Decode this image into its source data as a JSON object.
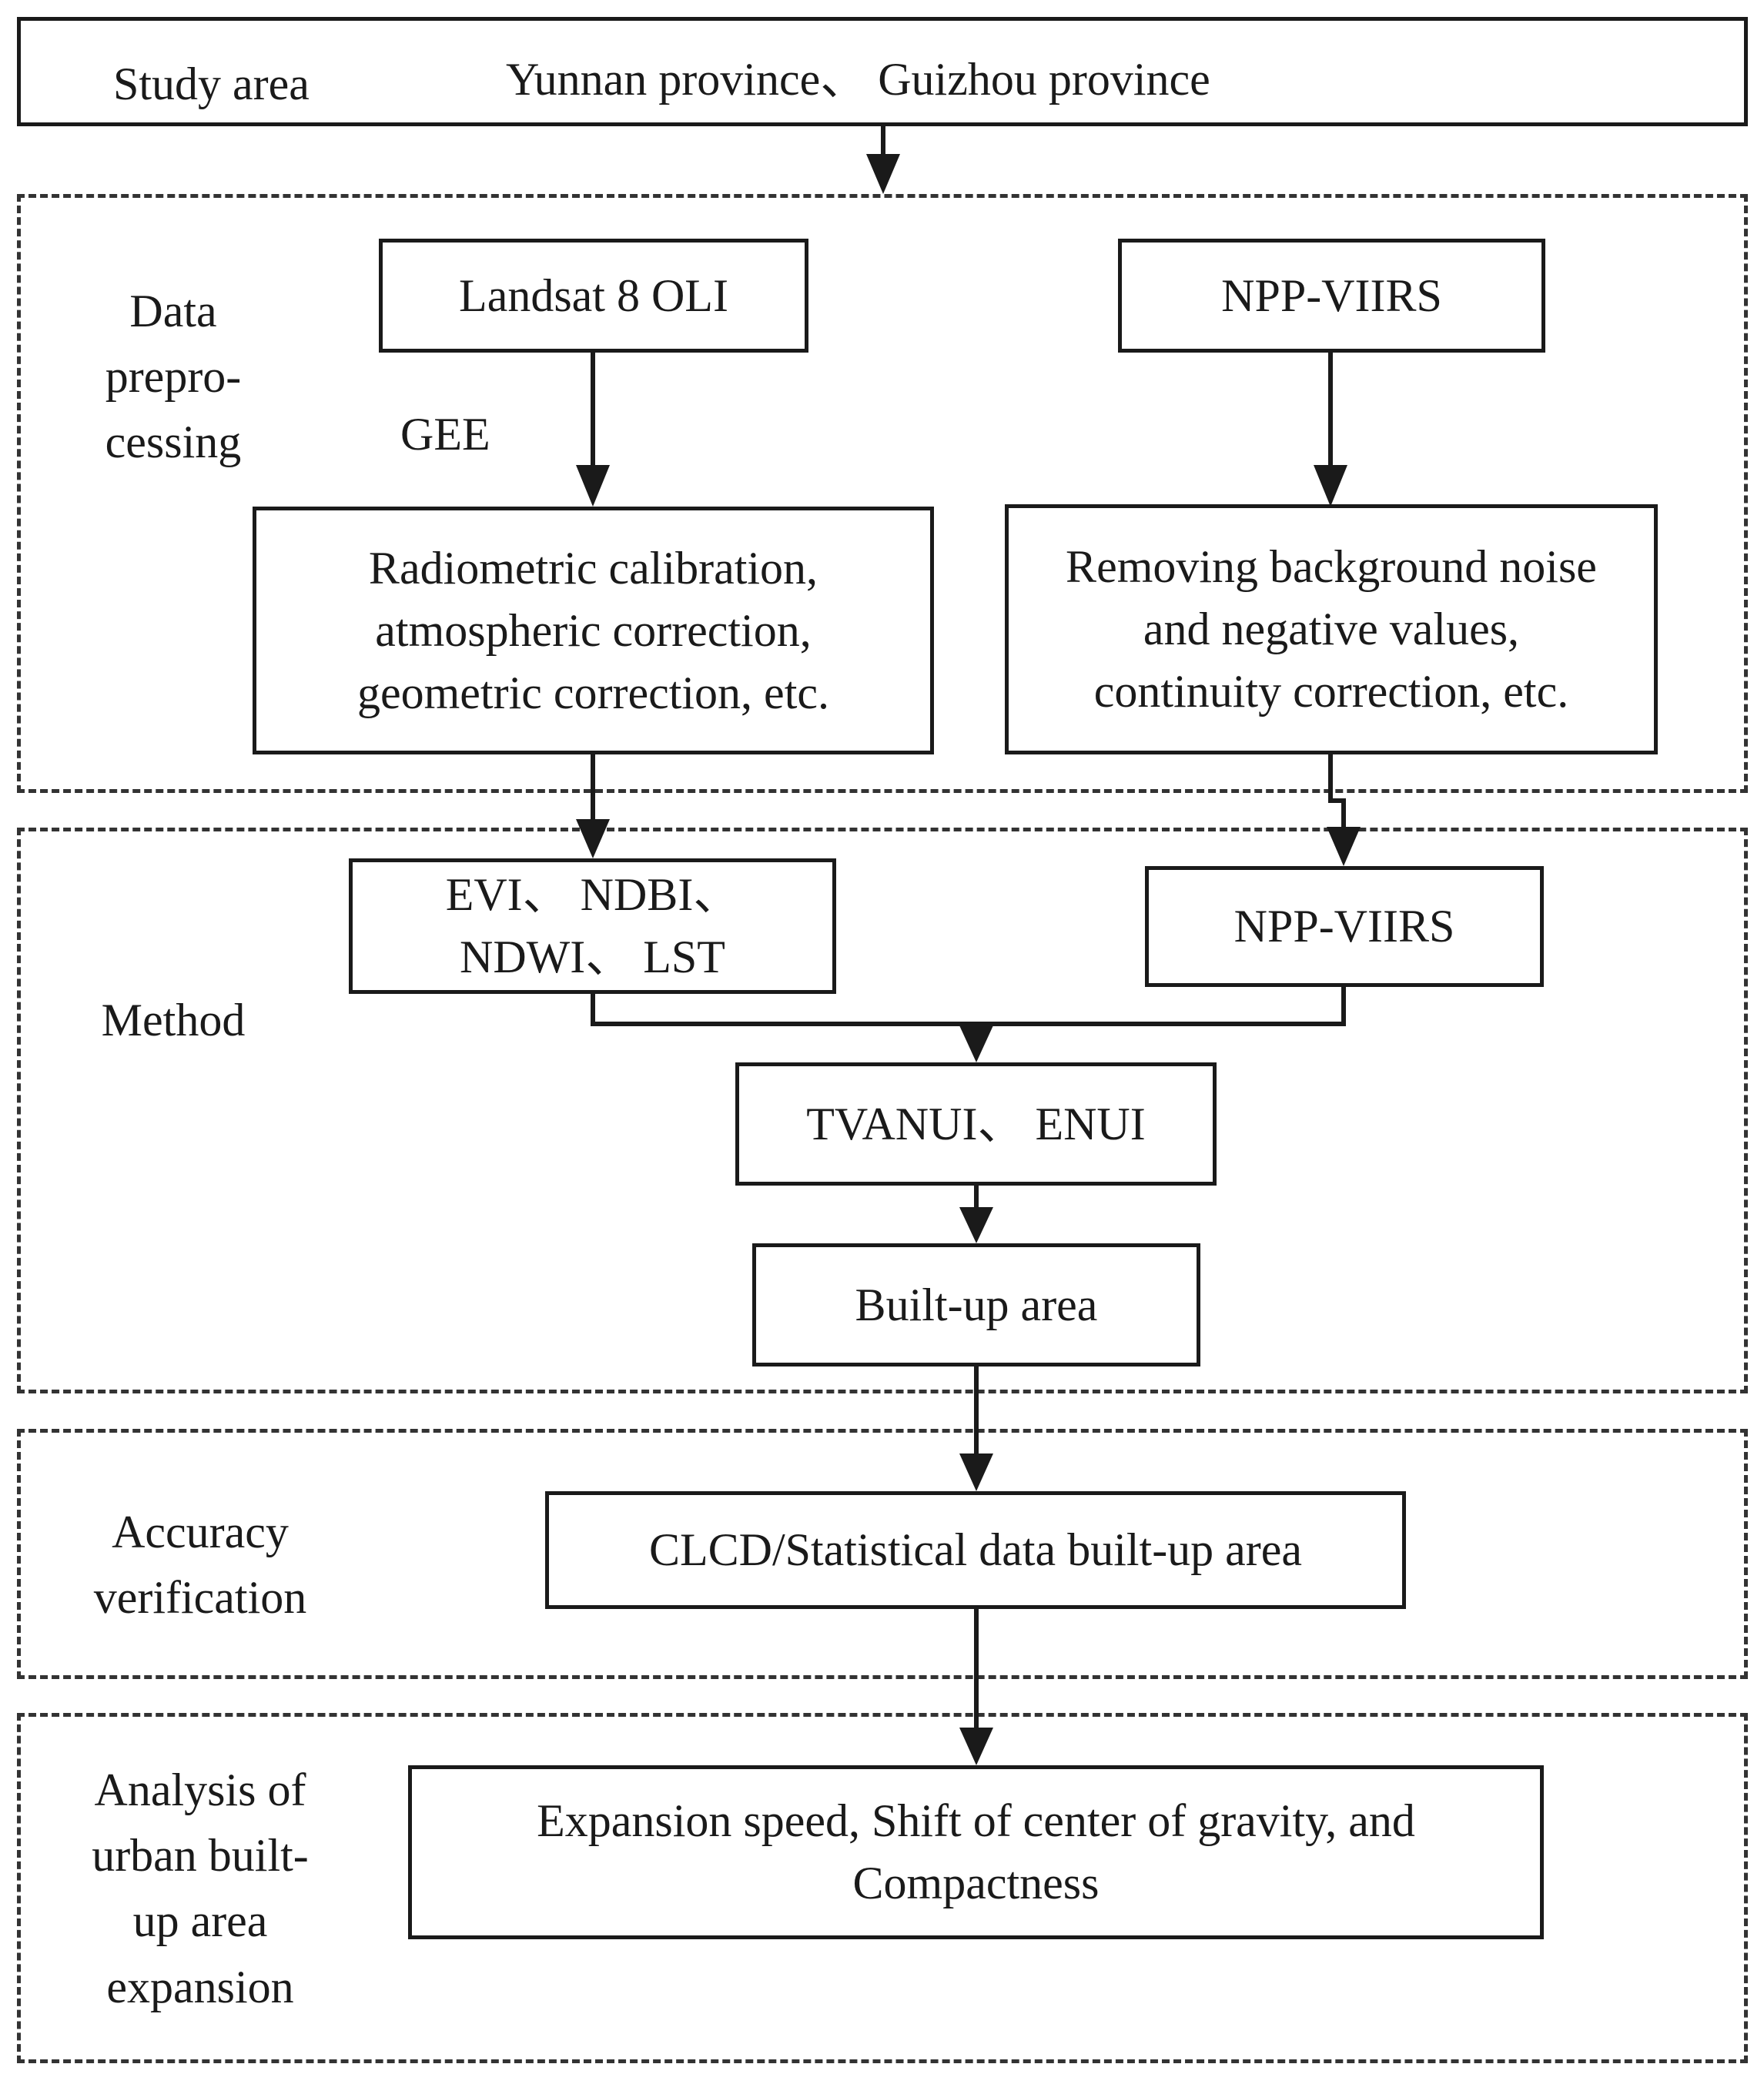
{
  "study_area": {
    "label": "Study area",
    "value": "Yunnan province、 Guizhou province"
  },
  "sections": {
    "preprocessing": "Data\nprepro-\ncessing",
    "method": "Method",
    "accuracy": "Accuracy\nverification",
    "analysis": "Analysis of\nurban built-\nup area\nexpansion"
  },
  "nodes": {
    "landsat": "Landsat 8 OLI",
    "npp_top": "NPP-VIIRS",
    "gee": "GEE",
    "radiometric": "Radiometric calibration,\natmospheric correction,\ngeometric correction, etc.",
    "removing": "Removing background noise\nand negative values,\ncontinuity correction, etc.",
    "indices": "EVI、 NDBI、\nNDWI、 LST",
    "npp_method": "NPP-VIIRS",
    "tvanui": "TVANUI、 ENUI",
    "builtup": "Built-up area",
    "clcd": "CLCD/Statistical data built-up area",
    "expansion": "Expansion speed, Shift of center of gravity, and\nCompactness"
  }
}
